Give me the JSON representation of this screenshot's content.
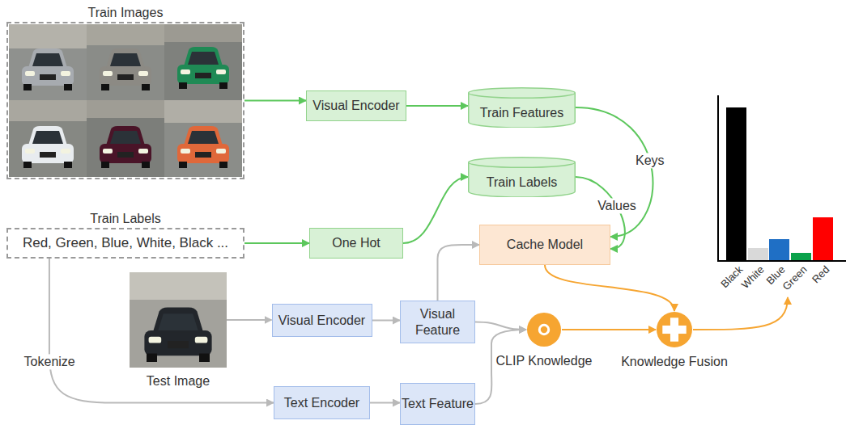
{
  "diagram": {
    "nodes": [
      {
        "text": [
          "Train Images"
        ]
      },
      {
        "text": [
          "Visual Encoder"
        ]
      },
      {
        "text": [
          "Train Features"
        ]
      },
      {
        "text": [
          "Train Labels",
          "Red, Green, Blue, White, Black ..."
        ]
      },
      {
        "text": [
          "Train Labels"
        ]
      },
      {
        "text": [
          "One Hot"
        ]
      },
      {
        "text": [
          "Cache Model"
        ]
      },
      {
        "text": [
          "Test Image"
        ]
      },
      {
        "text": [
          "Visual Encoder"
        ]
      },
      {
        "text": [
          "Visual Feature"
        ]
      },
      {
        "text": [
          "Text Encoder"
        ]
      },
      {
        "text": [
          "Text Feature"
        ]
      },
      {
        "text": [
          "CLIP Knowledge"
        ]
      },
      {
        "text": [
          "Knowledge Fusion"
        ]
      },
      {
        "text": [
          "Black",
          "White",
          "Blue",
          "Green",
          "Red"
        ]
      }
    ],
    "edges": [
      {
        "from": 0,
        "to": 1,
        "arrow": "to"
      },
      {
        "from": 1,
        "to": 2,
        "arrow": "to"
      },
      {
        "from": 2,
        "to": 6,
        "label": "Keys",
        "arrow": "to"
      },
      {
        "from": 4,
        "to": 6,
        "label": "Values",
        "arrow": "to"
      },
      {
        "from": 3,
        "to": 5,
        "arrow": "to"
      },
      {
        "from": 5,
        "to": 4,
        "arrow": "to"
      },
      {
        "from": 3,
        "to": 10,
        "label": "Tokenize",
        "arrow": "to"
      },
      {
        "from": 7,
        "to": 8,
        "arrow": "to"
      },
      {
        "from": 8,
        "to": 9,
        "arrow": "to"
      },
      {
        "from": 9,
        "to": 6,
        "arrow": "to"
      },
      {
        "from": 9,
        "to": 12,
        "arrow": "to"
      },
      {
        "from": 10,
        "to": 11,
        "arrow": "to"
      },
      {
        "from": 11,
        "to": 12,
        "arrow": "to"
      },
      {
        "from": 6,
        "to": 13,
        "arrow": "to"
      },
      {
        "from": 12,
        "to": 13,
        "arrow": "to"
      },
      {
        "from": 13,
        "to": 14,
        "arrow": "to"
      }
    ]
  }
}
